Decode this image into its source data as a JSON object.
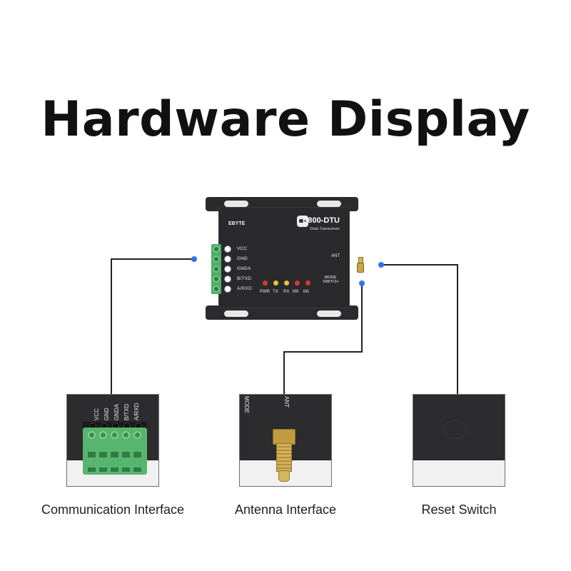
{
  "title": "Hardware Display",
  "device": {
    "brand": "EBYTE",
    "model": "E800-DTU",
    "subtitle": "Data Transceiver",
    "pins": [
      "VCC",
      "GND",
      "GNDA",
      "B/TXD",
      "A/RXD"
    ],
    "ant_label": "ANT",
    "mode_line1": "MODE",
    "mode_line2": "SWITCH",
    "leds": [
      {
        "label": "PWR",
        "color": "#d93a2e"
      },
      {
        "label": "TX",
        "color": "#e7c534"
      },
      {
        "label": "RX",
        "color": "#e7c534"
      },
      {
        "label": "M0",
        "color": "#d93a2e"
      },
      {
        "label": "M1",
        "color": "#d93a2e"
      }
    ]
  },
  "panels": {
    "communication": {
      "pins": [
        "VCC",
        "GND",
        "GNDA",
        "B/TXD",
        "A/RXD"
      ],
      "caption": "Communication Interface"
    },
    "antenna": {
      "mode_label": "MODE",
      "ant_label": "ANT",
      "caption": "Antenna Interface"
    },
    "reset": {
      "caption": "Reset Switch"
    }
  },
  "colors": {
    "accent_dot": "#2f74e8",
    "terminal_green": "#58b56f",
    "device_body": "#2a2a2d"
  }
}
